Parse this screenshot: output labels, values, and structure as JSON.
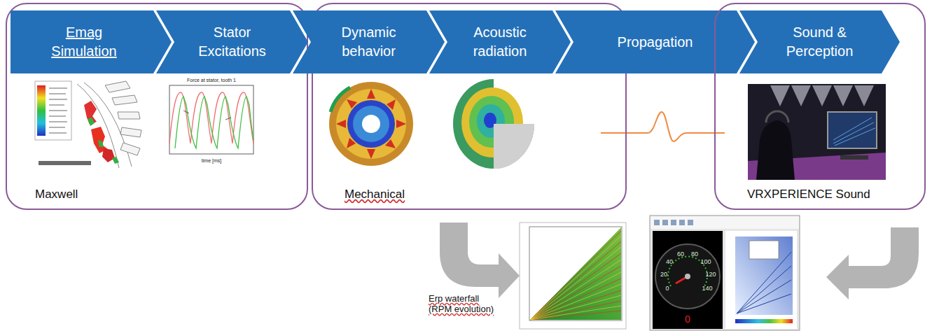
{
  "diagram": {
    "nodes": [
      {
        "text": [
          "Maxwell"
        ]
      },
      {
        "text": [
          "Emag Simulation"
        ],
        "in": 0
      },
      {
        "text": [
          "Stator Excitations"
        ],
        "in": 0
      },
      {
        "text": [
          "Mechanical"
        ]
      },
      {
        "text": [
          "Dynamic behavior"
        ],
        "in": 3
      },
      {
        "text": [
          "Acoustic radiation"
        ],
        "in": 3
      },
      {
        "text": [
          "Propagation"
        ]
      },
      {
        "text": [
          "VRXPERIENCE Sound"
        ]
      },
      {
        "text": [
          "Sound & Perception"
        ],
        "in": 7
      }
    ],
    "labels": [
      "Force at stator, tooth 1",
      "time [ms]",
      "Erp waterfall (RPM evolution)",
      "0",
      "20",
      "40",
      "60",
      "80",
      "100",
      "120",
      "140",
      "0"
    ]
  }
}
